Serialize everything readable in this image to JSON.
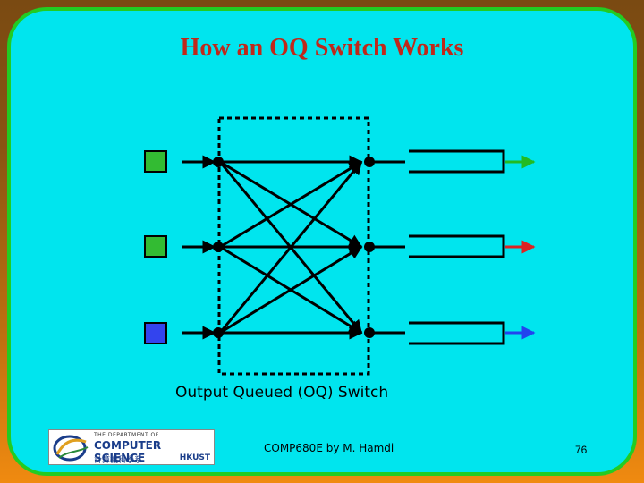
{
  "slide": {
    "title": "How an OQ Switch Works",
    "caption": "Output Queued (OQ) Switch",
    "footer_course": "COMP680E by M. Hamdi",
    "page_number": "76"
  },
  "logo": {
    "top_text": "THE DEPARTMENT OF",
    "name": "COMPUTER SCIENCE",
    "chinese": "計算機科學系",
    "hkust": "HKUST"
  },
  "colors": {
    "background": "#00e5ee",
    "frame_border": "#22cc22",
    "title": "#c0281a",
    "input_green": "#33bb33",
    "input_blue": "#3344ee",
    "arrow_green": "#22bb22",
    "arrow_red": "#dd2222",
    "arrow_blue": "#2244ee"
  },
  "diagram": {
    "inputs": [
      {
        "color": "green"
      },
      {
        "color": "green"
      },
      {
        "color": "blue"
      }
    ],
    "outputs": [
      {
        "arrow_color": "green"
      },
      {
        "arrow_color": "red"
      },
      {
        "arrow_color": "blue"
      }
    ],
    "fabric": "3x3 full crossbar"
  }
}
